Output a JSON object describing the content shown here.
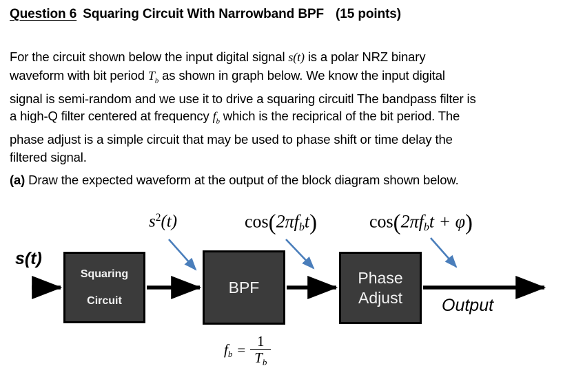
{
  "header": {
    "question_label": "Question 6",
    "title": "Squaring Circuit With Narrowband BPF",
    "points": "(15 points)"
  },
  "body": {
    "paragraph_part1": "For the circuit shown below the input digital signal ",
    "var_st": "s(t)",
    "paragraph_part2": " is a polar NRZ binary waveform with bit period ",
    "var_tb": "T",
    "var_tb_sub": "b",
    "paragraph_part3": " as shown in graph below.  We know the input digital signal is semi-random and we use it to drive a squaring circuitl  The bandpass filter is a high-Q filter centered at frequency ",
    "var_fb": "f",
    "var_fb_sub": "b",
    "paragraph_part4": " which is the reciprical of the bit period.  The phase adjust is a simple circuit that may be used to phase shift or time delay the filtered signal."
  },
  "part_a": {
    "tag": "(a)",
    "text": "  Draw the expected waveform at the output of the block diagram shown below."
  },
  "diagram": {
    "blocks": [
      {
        "name": "squaring-circuit",
        "line1": "Squaring",
        "line2": "Circuit"
      },
      {
        "name": "bpf",
        "line1": "BPF"
      },
      {
        "name": "phase-adjust",
        "line1": "Phase",
        "line2": "Adjust"
      }
    ],
    "input_label": "s(t)",
    "output_label": "Output",
    "annotations": {
      "squared_signal": {
        "base": "s",
        "exp": "2",
        "arg": "(t)"
      },
      "bpf_output": {
        "prefix": "cos",
        "open": "(",
        "body": "2πf",
        "sub": "b",
        "tail": "t",
        "close": ")"
      },
      "phase_output": {
        "prefix": "cos",
        "open": "(",
        "body": "2πf",
        "sub": "b",
        "tail": "t + φ",
        "close": ")"
      }
    },
    "equation": {
      "lhs": "f",
      "lhs_sub": "b",
      "operator": "=",
      "numerator": "1",
      "denominator": "T",
      "denominator_sub": "b"
    },
    "colors": {
      "block_fill": "#3b3b3b",
      "block_border": "#000000",
      "block_text": "#f2f2f2",
      "annotation_arrow": "#4a7ebb",
      "signal_arrow": "#000000",
      "page_background": "#ffffff"
    }
  }
}
